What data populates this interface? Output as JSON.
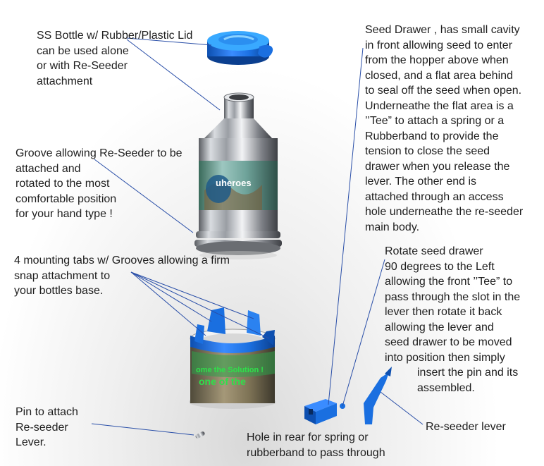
{
  "labels": {
    "bottle": "SS Bottle w/ Rubber/Plastic Lid\ncan be used alone\nor with Re-Seeder\nattachment",
    "groove": "Groove allowing Re-Seeder to be\nattached and\nrotated to the most\ncomfortable position\nfor your hand type !",
    "tabs": "4 mounting tabs w/ Grooves allowing a firm\nsnap attachment to\nyour bottles base.",
    "pin": "Pin to attach\nRe-seeder\nLever.",
    "hole": "Hole in rear for spring or\nrubberband to pass through",
    "lever": "Re-seeder lever",
    "drawer": "Seed Drawer , has small cavity\nin front allowing seed to enter\nfrom the hopper above when\nclosed, and a flat area behind\nto seal off the seed when open.\nUnderneathe the flat area is a\n’’Tee” to attach a spring or a\nRubberband to provide the\ntension to close the seed\ndrawer when you release the\nlever. The other end is\nattached through an access\nhole underneathe the re-seeder\nmain body.",
    "rotate_main": "Rotate seed drawer\n90 degrees to the Left\nallowing the front ’’Tee” to\npass through the slot in the\nlever then rotate it back\nallowing the lever and\nseed drawer to be moved\ninto position then simply",
    "rotate_tail": "insert the pin and its\nassembled."
  },
  "bottle_label": {
    "brand_text": "uheroes",
    "slogan_line1": "ome the Solution !",
    "slogan_line2": "one of the"
  },
  "colors": {
    "part_blue": "#1a6fe0",
    "leader_line": "#2a4fa8",
    "steel": "#b8bcc2"
  }
}
